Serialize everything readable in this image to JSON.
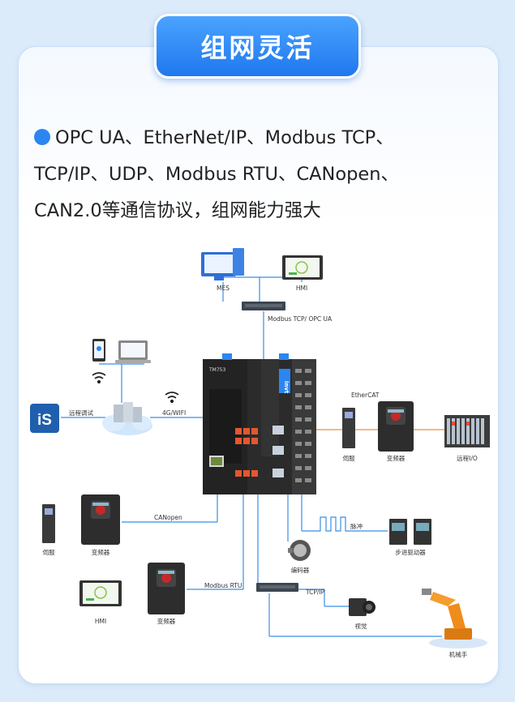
{
  "header": {
    "title": "组网灵活"
  },
  "description": {
    "line1": "OPC UA、EtherNet/IP、Modbus TCP、",
    "line2": "TCP/IP、UDP、Modbus RTU、CANopen、",
    "line3": "CAN2.0等通信协议，组网能力强大"
  },
  "diagram": {
    "mes": "MES",
    "hmi_top": "HMI",
    "modbus_tcp_opc": "Modbus TCP/ OPC UA",
    "remote_debug": "远程调试",
    "wifi_4g": "4G/WIFI",
    "ethercat": "EtherCAT",
    "servo_right": "伺服",
    "vfd_right": "变频器",
    "remote_io": "远程I/O",
    "canopen": "CANopen",
    "servo_left": "伺服",
    "vfd_left": "变频器",
    "pulse": "脉冲",
    "stepper": "步进驱动器",
    "encoder": "编码器",
    "modbus_rtu": "Modbus RTU",
    "hmi_bottom": "HMI",
    "vfd_bottom": "变频器",
    "tcpip": "TCP/IP",
    "vision": "视觉",
    "robot": "机械手",
    "plc_model": "TM753",
    "plc_brand": "invt",
    "is_logo_text": "iS"
  },
  "colors": {
    "accent": "#1f78ee",
    "link": "#3a8ee6",
    "ethercat_link": "#f0a060"
  }
}
